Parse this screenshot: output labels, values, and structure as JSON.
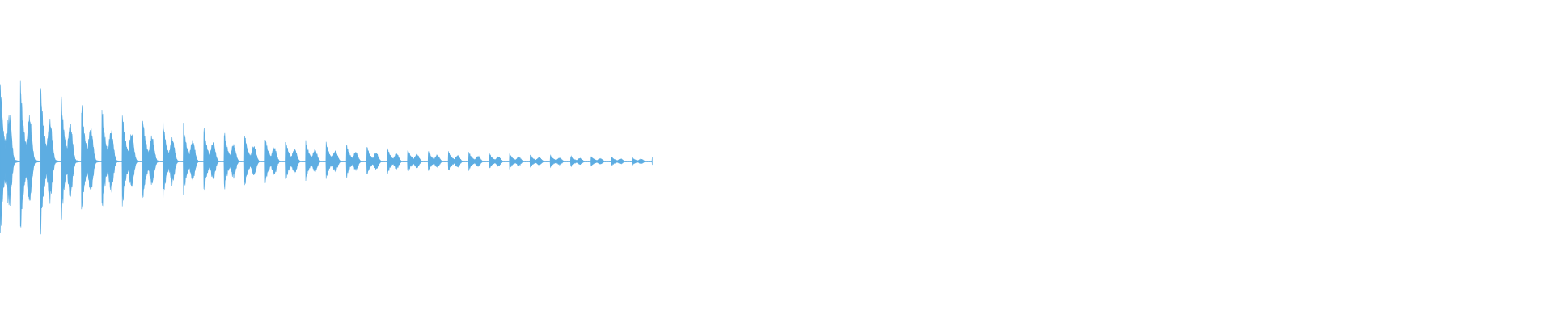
{
  "waveform": {
    "color": "#5dade2",
    "background": "#ffffff",
    "beats": 32,
    "decay_fraction": 0.97,
    "peak_amplitude": 1.0,
    "visible_duration_fraction": 0.42
  }
}
